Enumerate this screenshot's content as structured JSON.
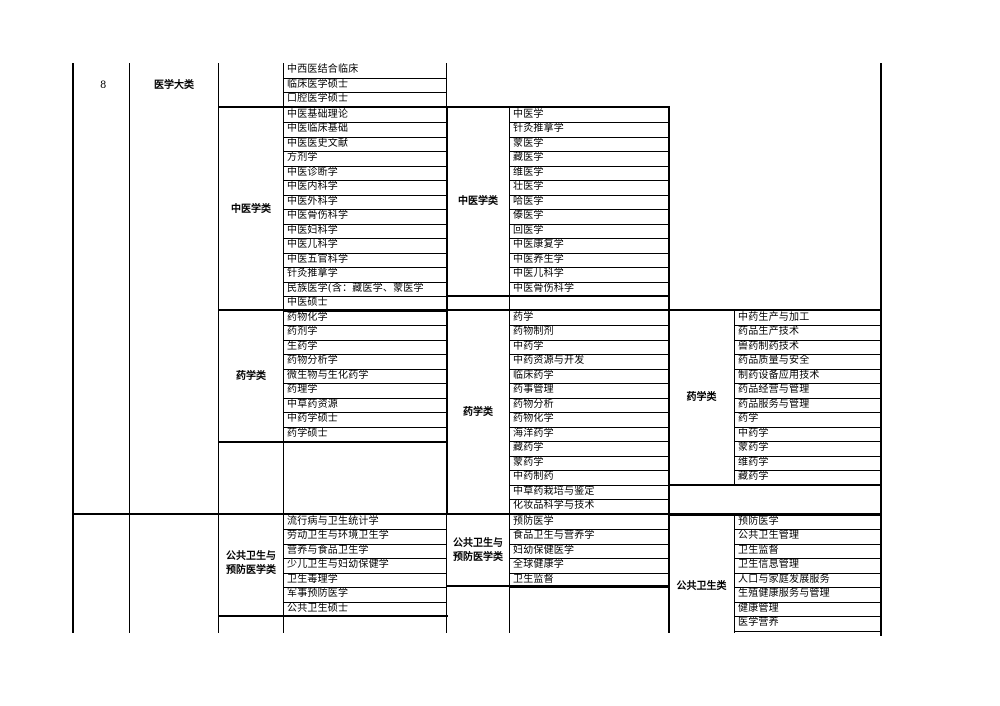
{
  "row_number": "8",
  "major_category": "医学大类",
  "col_a": {
    "top_items": [
      "中西医结合临床",
      "临床医学硕士",
      "口腔医学硕士"
    ],
    "tcm": {
      "label": "中医学类",
      "items": [
        "中医基础理论",
        "中医临床基础",
        "中医医史文献",
        "方剂学",
        "中医诊断学",
        "中医内科学",
        "中医外科学",
        "中医骨伤科学",
        "中医妇科学",
        "中医儿科学",
        "中医五官科学",
        "针灸推拿学",
        "民族医学(含：藏医学、蒙医学",
        "中医硕士"
      ]
    },
    "pharmacy": {
      "label": "药学类",
      "items": [
        "药物化学",
        "药剂学",
        "生药学",
        "药物分析学",
        "微生物与生化药学",
        "药理学",
        "中草药资源",
        "中药学硕士",
        "药学硕士"
      ]
    },
    "public_health": {
      "label_line1": "公共卫生与",
      "label_line2": "预防医学类",
      "items": [
        "流行病与卫生统计学",
        "劳动卫生与环境卫生学",
        "营养与食品卫生学",
        "少儿卫生与妇幼保健学",
        "卫生毒理学",
        "军事预防医学",
        "公共卫生硕士"
      ]
    }
  },
  "col_b": {
    "tcm": {
      "label": "中医学类",
      "items": [
        "中医学",
        "针灸推拿学",
        "蒙医学",
        "藏医学",
        "维医学",
        "壮医学",
        "哈医学",
        "傣医学",
        "回医学",
        "中医康复学",
        "中医养生学",
        "中医儿科学",
        "中医骨伤科学"
      ]
    },
    "pharmacy": {
      "label": "药学类",
      "items": [
        "药学",
        "药物制剂",
        "中药学",
        "中药资源与开发",
        "临床药学",
        "药事管理",
        "药物分析",
        "药物化学",
        "海洋药学",
        "藏药学",
        "蒙药学",
        "中药制药",
        "中草药栽培与鉴定",
        "化妆品科学与技术"
      ]
    },
    "public_health": {
      "label_line1": "公共卫生与",
      "label_line2": "预防医学类",
      "items": [
        "预防医学",
        "食品卫生与营养学",
        "妇幼保健医学",
        "全球健康学",
        "卫生监督"
      ]
    }
  },
  "col_c": {
    "pharmacy": {
      "label": "药学类",
      "items": [
        "中药生产与加工",
        "药品生产技术",
        "兽药制药技术",
        "药品质量与安全",
        "制药设备应用技术",
        "药品经营与管理",
        "药品服务与管理",
        "药学",
        "中药学",
        "蒙药学",
        "维药学",
        "藏药学"
      ]
    },
    "public_health": {
      "label": "公共卫生类",
      "items": [
        "预防医学",
        "公共卫生管理",
        "卫生监督",
        "卫生信息管理",
        "人口与家庭发展服务",
        "生殖健康服务与管理",
        "健康管理",
        "医学营养"
      ]
    }
  }
}
